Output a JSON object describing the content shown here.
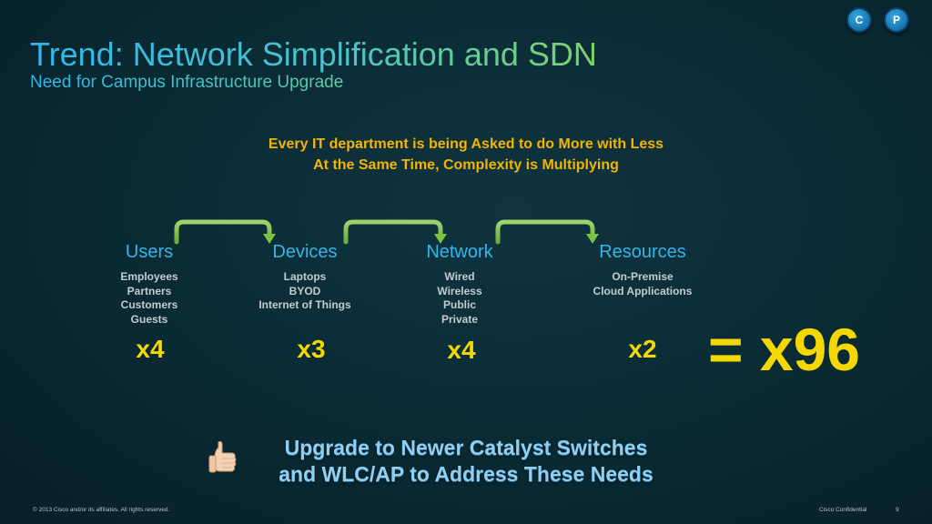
{
  "badges": {
    "left": "C",
    "right": "P"
  },
  "header": {
    "title": "Trend: Network Simplification and SDN",
    "subtitle": "Need for Campus Infrastructure Upgrade"
  },
  "headline": {
    "line1": "Every IT department is being Asked to do More with Less",
    "line2": "At the Same Time, Complexity is Multiplying"
  },
  "columns": [
    {
      "heading": "Users",
      "items": [
        "Employees",
        "Partners",
        "Customers",
        "Guests"
      ],
      "multiplier": "x4"
    },
    {
      "heading": "Devices",
      "items": [
        "Laptops",
        "BYOD",
        "Internet of Things"
      ],
      "multiplier": "x3"
    },
    {
      "heading": "Network",
      "items": [
        "Wired",
        "Wireless",
        "Public",
        "Private"
      ],
      "multiplier": "x4"
    },
    {
      "heading": "Resources",
      "items": [
        "On-Premise",
        "Cloud Applications"
      ],
      "multiplier": "x2"
    }
  ],
  "result": "= x96",
  "call_to_action": {
    "line1": "Upgrade to Newer Catalyst Switches",
    "line2": "and WLC/AP to Address These Needs"
  },
  "footer": {
    "copyright": "© 2013 Cisco and/or its affiliates. All rights reserved.",
    "classification": "Cisco Confidential",
    "page_number": "9"
  },
  "colors": {
    "accent_blue": "#34b6e8",
    "headline_yellow": "#f4b400",
    "multiplier_yellow": "#f5d800",
    "arrow_green": "#7cc243",
    "background": "#0a2a33"
  },
  "icons": {
    "thumb": "thumbs-up-icon",
    "arrow": "bracket-arrow-icon"
  }
}
